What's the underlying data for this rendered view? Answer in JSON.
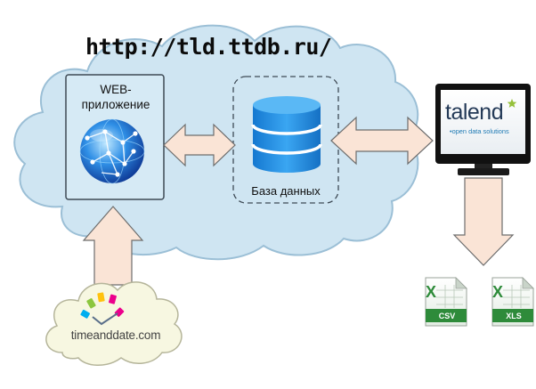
{
  "title": "http://tld.ttdb.ru/",
  "nodes": {
    "web_app": {
      "label": "WEB-\nприложение",
      "icon": "globe-network-icon"
    },
    "database": {
      "label": "База данных",
      "icon": "database-icon"
    },
    "talend": {
      "wordmark": "talend",
      "tagline": "•open data solutions",
      "icon": "monitor-icon"
    },
    "files": [
      {
        "ext": "CSV",
        "icon": "excel-file-icon"
      },
      {
        "ext": "XLS",
        "icon": "excel-file-icon"
      }
    ],
    "source": {
      "label": "timeanddate.com",
      "icon": "timeanddate-logo-icon"
    }
  },
  "colors": {
    "cloud_fill": "#cfe5f2",
    "cloud_stroke": "#9bbfd6",
    "arrow_fill": "#fae4d6",
    "arrow_stroke": "#6d6d6d",
    "db_blue": "#1f8be0",
    "talend_green": "#96c13b",
    "excel_green": "#2e8b3a"
  }
}
